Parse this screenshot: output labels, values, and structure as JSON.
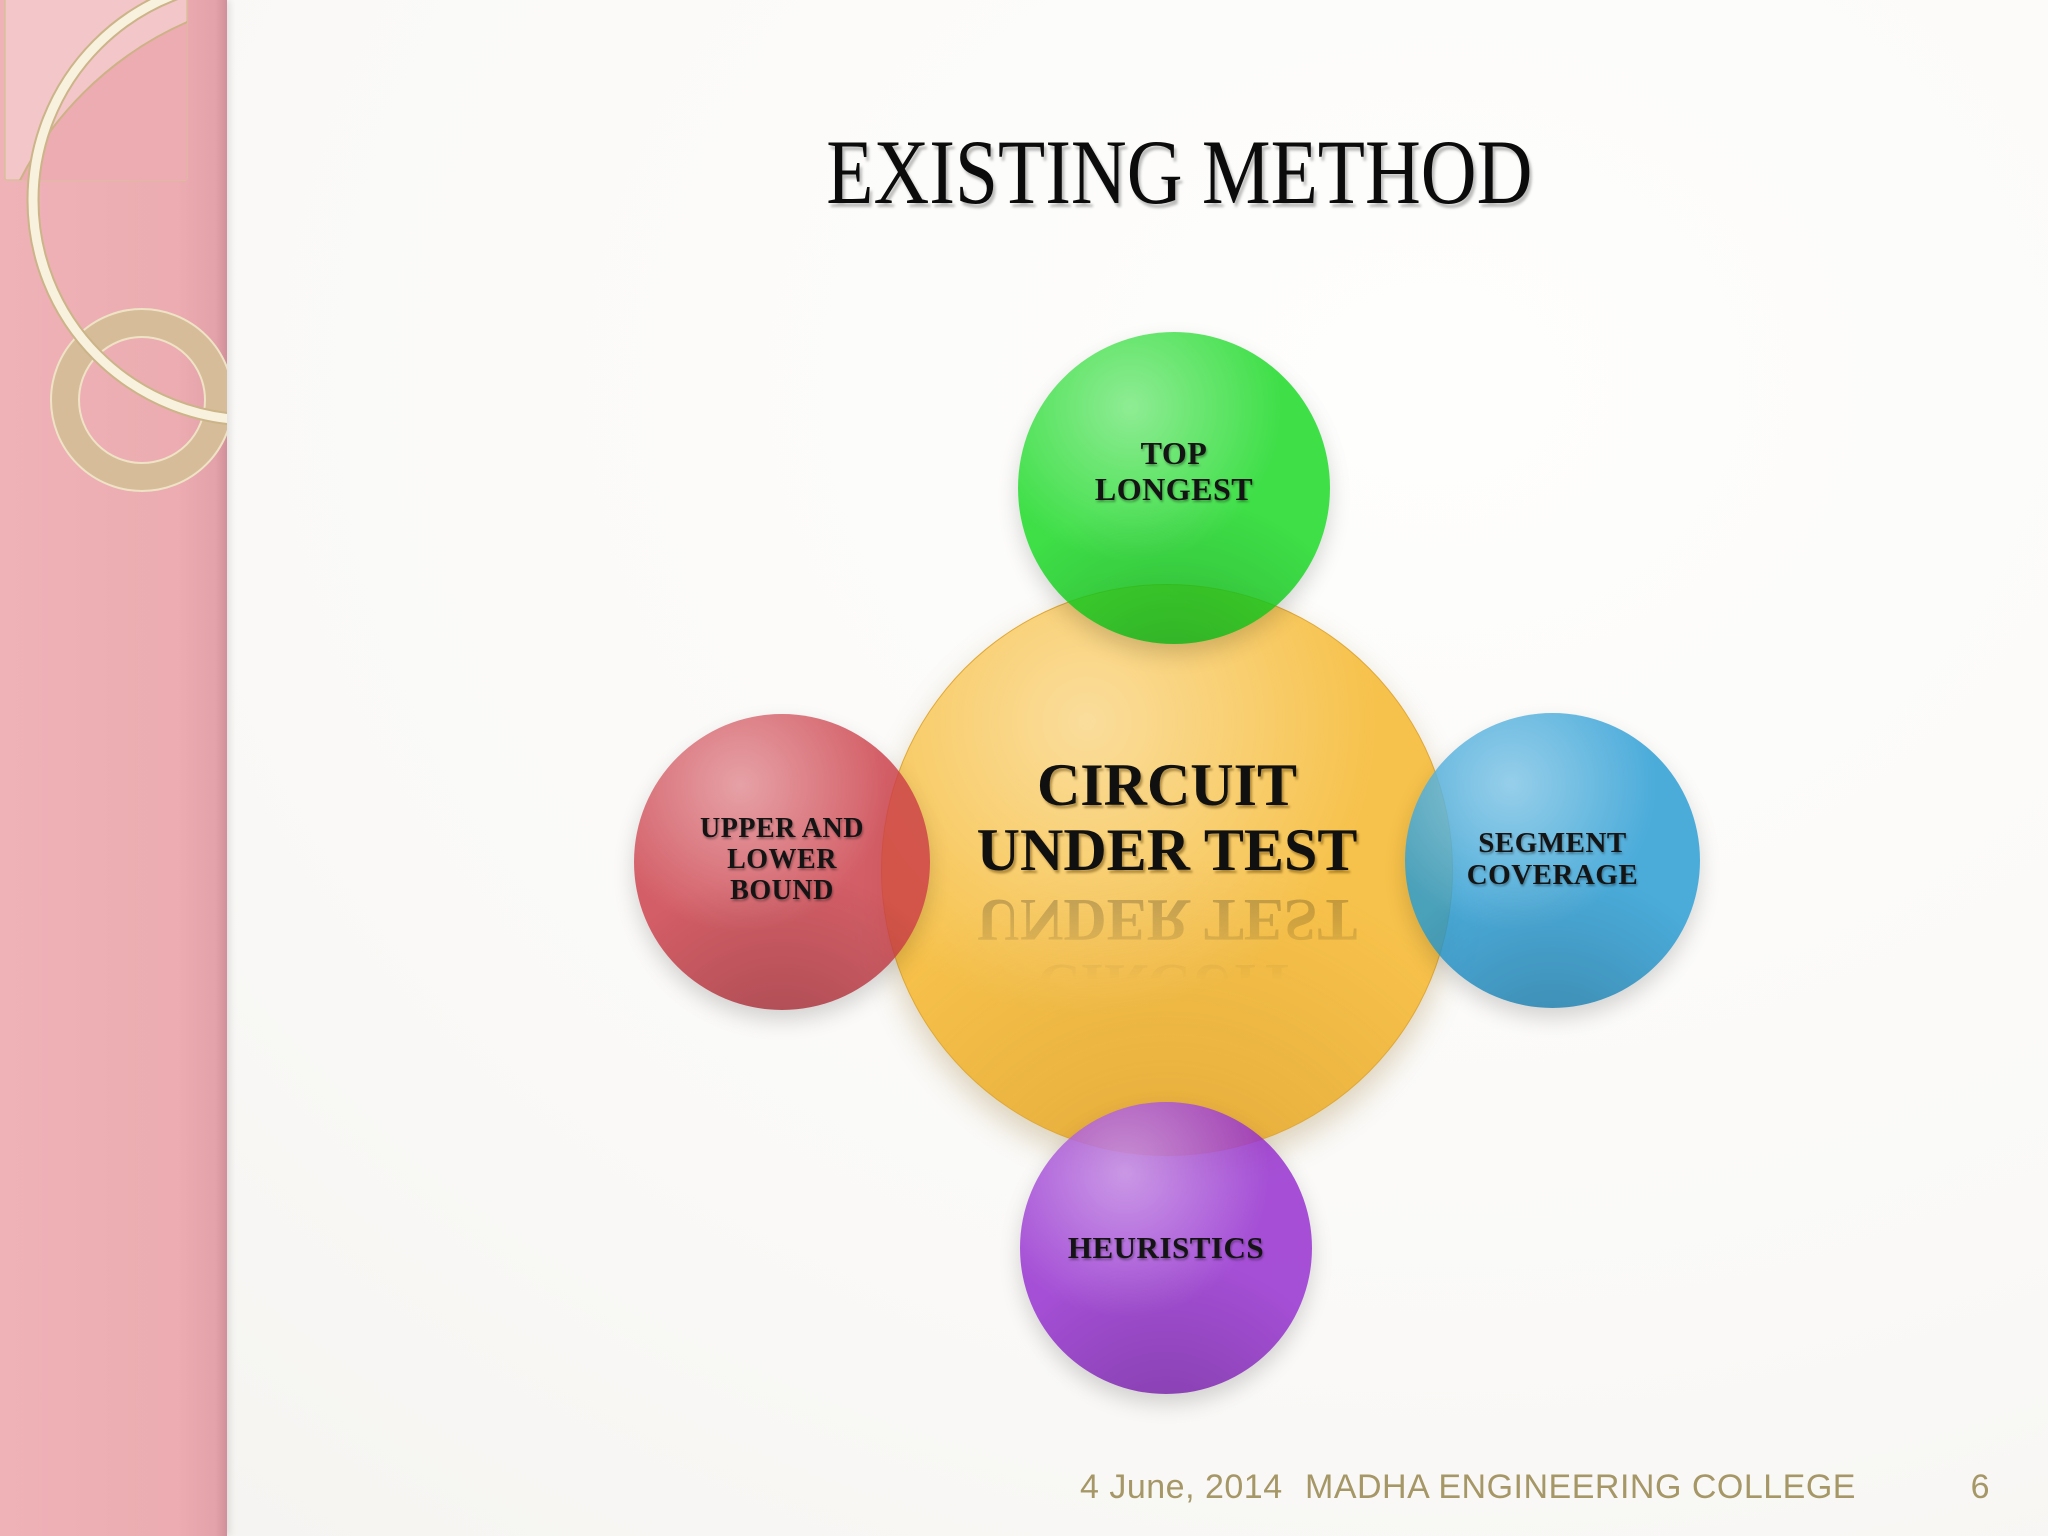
{
  "slide": {
    "title": "EXISTING METHOD",
    "footer": {
      "date": "4 June, 2014",
      "institution": "MADHA ENGINEERING COLLEGE",
      "page_number": "6"
    }
  },
  "diagram": {
    "type": "radial-cycle",
    "center": {
      "label": "CIRCUIT UNDER TEST",
      "lines": [
        "CIRCUIT",
        "UNDER TEST"
      ],
      "color": "#F7C24B"
    },
    "satellites": [
      {
        "position": "top",
        "label": "TOP LONGEST",
        "lines": [
          "TOP",
          "LONGEST"
        ],
        "color": "#13D81F"
      },
      {
        "position": "left",
        "label": "UPPER AND LOWER BOUND",
        "lines": [
          "UPPER AND",
          "LOWER",
          "BOUND"
        ],
        "color": "#CA3C47"
      },
      {
        "position": "right",
        "label": "SEGMENT COVERAGE",
        "lines": [
          "SEGMENT",
          "COVERAGE"
        ],
        "color": "#239AD3"
      },
      {
        "position": "bottom",
        "label": "HEURISTICS",
        "lines": [
          "HEURISTICS"
        ],
        "color": "#922ACE"
      }
    ]
  },
  "theme": {
    "sidebar_pink": "#ECACB1",
    "sidebar_panel_pink": "#F3C6CA",
    "ring_cream": "#F8F1DD",
    "ring_tan": "#D7BC99",
    "ring_edge_tan": "#CBB488",
    "footer_text_color": "#A69767",
    "title_color": "#0B0B0B",
    "label_color": "#141414"
  }
}
